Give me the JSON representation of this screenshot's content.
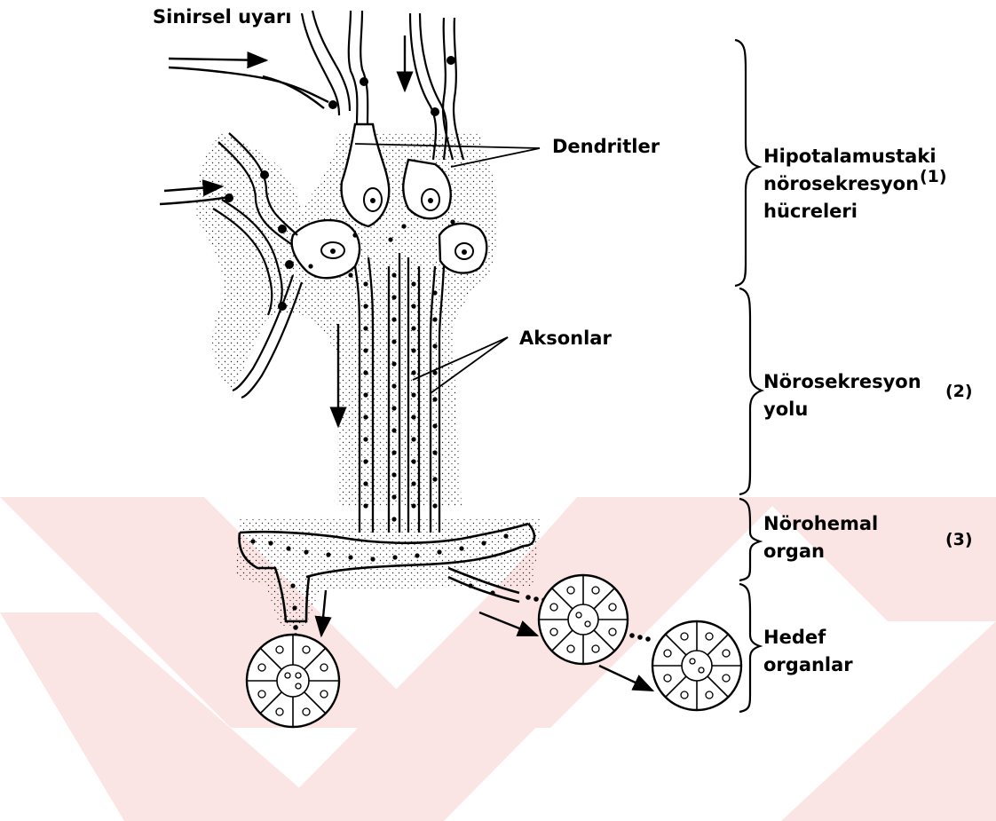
{
  "labels": {
    "stimulus": "Sinirsel uyarı",
    "dendrites": "Dendritler",
    "axons": "Aksonlar",
    "section1": [
      "Hipotalamustaki",
      "nörosekresyon",
      "hücreleri"
    ],
    "section1_num": "(1)",
    "section2": [
      "Nörosekresyon",
      "yolu"
    ],
    "section2_num": "(2)",
    "section3": [
      "Nörohemal",
      "organ"
    ],
    "section3_num": "(3)",
    "section4": [
      "Hedef",
      "organlar"
    ]
  },
  "colors": {
    "ink": "#000000",
    "watermark": "#fbe4e4",
    "background": "#ffffff"
  }
}
